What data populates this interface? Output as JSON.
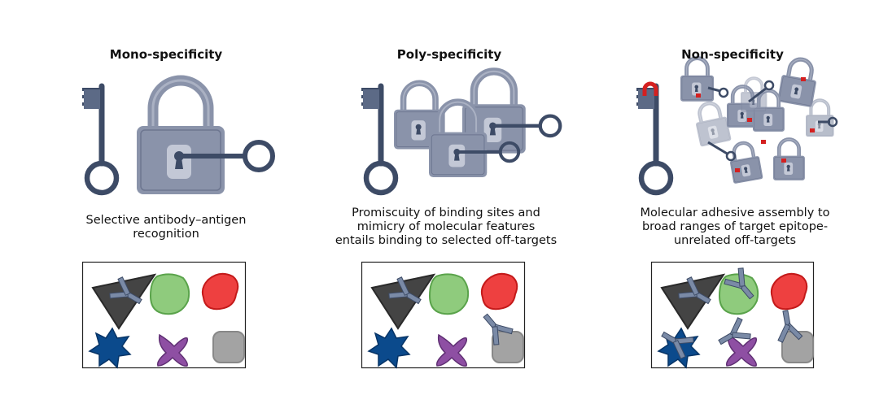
{
  "panels": [
    {
      "title": "Mono-specificity",
      "caption": [
        "Selective antibody–antigen",
        "recognition"
      ]
    },
    {
      "title": "Poly-specificity",
      "caption": [
        "Promiscuity of binding sites and",
        "mimicry of molecular features",
        "entails binding to selected off-targets"
      ]
    },
    {
      "title": "Non-specificity",
      "caption": [
        "Molecular adhesive assembly to",
        "broad ranges of target epitope-",
        "unrelated off-targets"
      ]
    }
  ],
  "colors": {
    "key": "#3d4b66",
    "lock": "#8a93aa",
    "lock_light": "#c3c8d6",
    "triangle": "#444444",
    "green": "#8fcb7d",
    "red": "#ee4040",
    "blue": "#0b4a8c",
    "purple": "#8e4fa3",
    "gray": "#a3a3a3",
    "magnet": "#d42020"
  }
}
